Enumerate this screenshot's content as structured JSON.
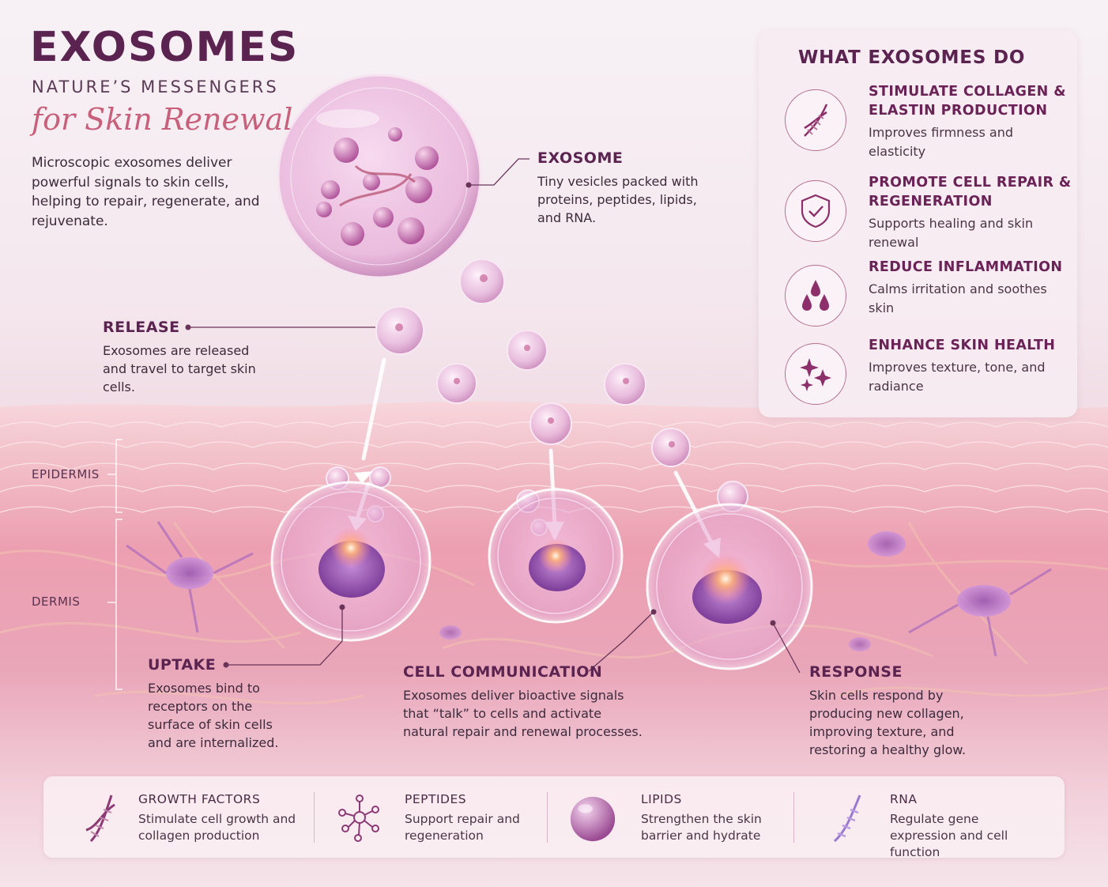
{
  "header": {
    "title": "EXOSOMES",
    "subtitle": "NATURE’S MESSENGERS",
    "script_line": "for Skin Renewal",
    "intro": "Microscopic exosomes deliver powerful signals to skin cells, helping to repair, regenerate, and rejuvenate."
  },
  "callouts": {
    "exosome": {
      "heading": "EXOSOME",
      "text": "Tiny vesicles packed with proteins, peptides, lipids, and RNA."
    },
    "release": {
      "heading": "RELEASE",
      "text": "Exosomes are released and travel to target skin cells."
    },
    "uptake": {
      "heading": "UPTAKE",
      "text": "Exosomes bind to receptors on the surface of skin cells and are internalized."
    },
    "communication": {
      "heading": "CELL COMMUNICATION",
      "text": "Exosomes deliver bioactive signals that “talk” to cells and activate natural repair and renewal processes."
    },
    "response": {
      "heading": "RESPONSE",
      "text": "Skin cells respond by producing new collagen, improving texture, and restoring a healthy glow."
    }
  },
  "layers": {
    "epidermis": "EPIDERMIS",
    "dermis": "DERMIS"
  },
  "benefits_panel": {
    "title": "WHAT EXOSOMES DO",
    "items": [
      {
        "icon": "dna-icon",
        "heading": "STIMULATE COLLAGEN & ELASTIN PRODUCTION",
        "text": "Improves firmness and elasticity"
      },
      {
        "icon": "shield-check-icon",
        "heading": "PROMOTE CELL REPAIR & REGENERATION",
        "text": "Supports healing and skin renewal"
      },
      {
        "icon": "droplets-icon",
        "heading": "REDUCE INFLAMMATION",
        "text": "Calms irritation and soothes skin"
      },
      {
        "icon": "sparkles-icon",
        "heading": "ENHANCE SKIN HEALTH",
        "text": "Improves texture, tone, and radiance"
      }
    ]
  },
  "components": [
    {
      "icon": "dna-icon",
      "heading": "GROWTH FACTORS",
      "text": "Stimulate cell growth and collagen production"
    },
    {
      "icon": "molecule-icon",
      "heading": "PEPTIDES",
      "text": "Support repair and regeneration"
    },
    {
      "icon": "sphere-icon",
      "heading": "LIPIDS",
      "text": "Strengthen the skin barrier and hydrate"
    },
    {
      "icon": "rna-icon",
      "heading": "RNA",
      "text": "Regulate gene expression and cell function"
    }
  ],
  "colors": {
    "heading": "#5a2350",
    "accent": "#c8607c",
    "skin_pink": "#f1a8b8",
    "cell_purple": "#9a5ab4"
  }
}
